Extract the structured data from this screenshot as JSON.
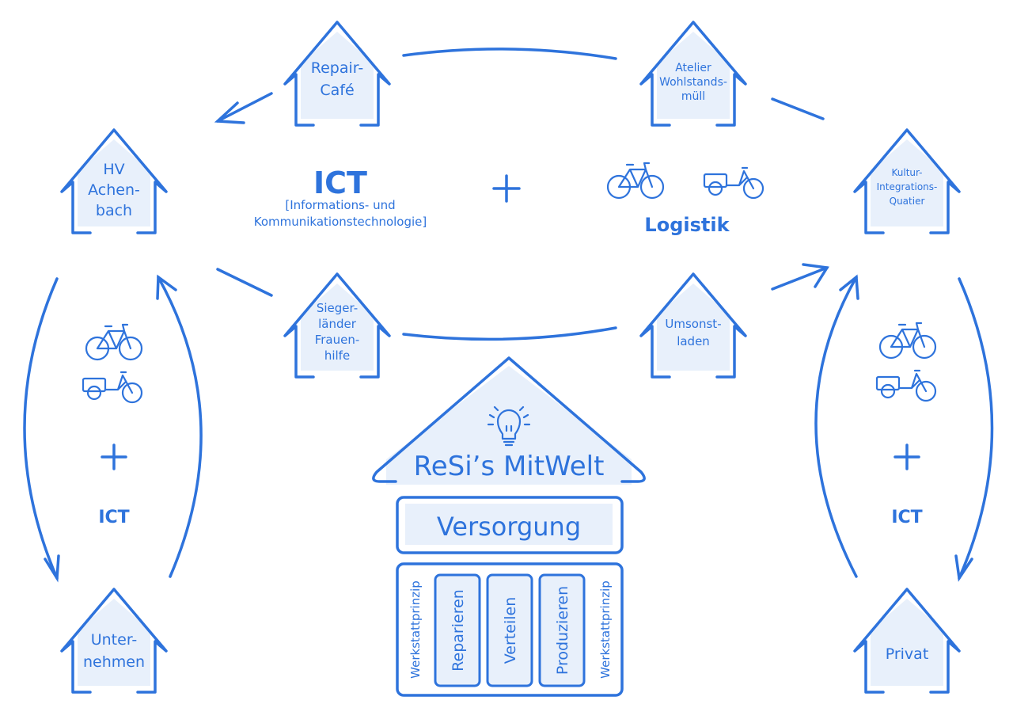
{
  "houses": {
    "repair_cafe": [
      "Repair-",
      "Café"
    ],
    "atelier": [
      "Atelier",
      "Wohlstands-",
      "müll"
    ],
    "hv_achenbach": [
      "HV",
      "Achen-",
      "bach"
    ],
    "kultur": [
      "Kultur-",
      "Integrations-",
      "Quatier"
    ],
    "siegerlaender": [
      "Sieger-",
      "länder",
      "Frauen-",
      "hilfe"
    ],
    "umsonstladen": [
      "Umsonst-",
      "laden"
    ],
    "unternehmen": [
      "Unter-",
      "nehmen"
    ],
    "privat": [
      "Privat"
    ]
  },
  "center": {
    "ict_title": "ICT",
    "ict_sub1": "[Informations- und",
    "ict_sub2": "Kommunikationstechnologie]",
    "plus": "+",
    "logistik": "Logistik"
  },
  "left_side": {
    "plus": "+",
    "ict": "ICT"
  },
  "right_side": {
    "plus": "+",
    "ict": "ICT"
  },
  "main_house": {
    "title": "ReSi’s MitWelt",
    "versorgung": "Versorgung",
    "side_label_left": "Werkstattprinzip",
    "side_label_right": "Werkstattprinzip",
    "columns": [
      "Reparieren",
      "Verteilen",
      "Produzieren"
    ]
  },
  "icons": [
    "bicycle-icon",
    "cargo-bike-icon",
    "lightbulb-icon",
    "plus-icon",
    "arrow-icon"
  ],
  "colors": {
    "accent": "#2e73dc",
    "fill": "#e8f0fb"
  }
}
